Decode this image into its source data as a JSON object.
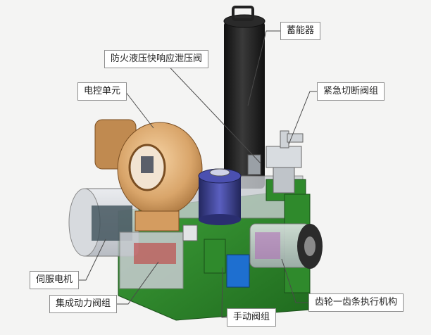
{
  "labels": {
    "accumulator": "蓄能器",
    "fireproof_valve": "防火液压快响应泄压阀",
    "control_unit": "电控单元",
    "emergency_valve": "紧急切断阀组",
    "servo_motor": "伺服电机",
    "power_valve": "集成动力阀组",
    "manual_valve": "手动阀组",
    "gear_rack": "齿轮一齿条执行机构"
  },
  "colors": {
    "background": "#f4f4f3",
    "accumulator": "#1f1f1f",
    "control_unit": "#d9a56a",
    "valve_body_green": "#2f8a2c",
    "motor_blue": "#3b3f9a",
    "manual_valve_blue": "#1e6fd0",
    "leader_line": "#4a4a4a"
  }
}
